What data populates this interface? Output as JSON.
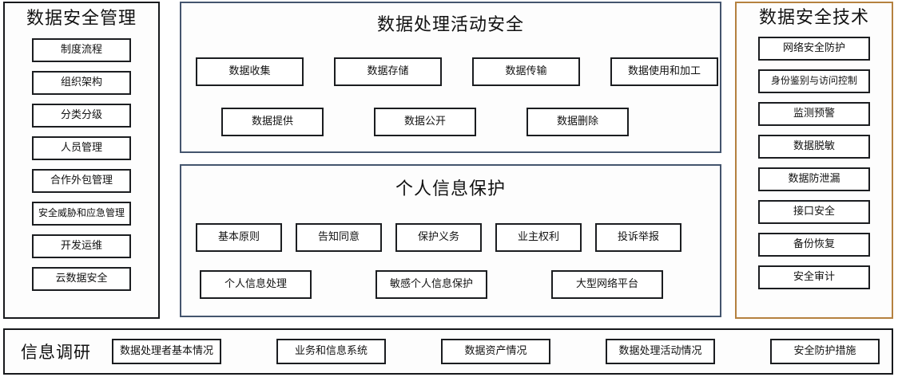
{
  "diagram": {
    "left_panel": {
      "title": "数据安全管理",
      "border_color": "#17191c",
      "items": [
        {
          "label": "制度流程"
        },
        {
          "label": "组织架构"
        },
        {
          "label": "分类分级"
        },
        {
          "label": "人员管理"
        },
        {
          "label": "合作外包管理"
        },
        {
          "label": "安全威胁和应急管理"
        },
        {
          "label": "开发运维"
        },
        {
          "label": "云数据安全"
        }
      ]
    },
    "mid_top_panel": {
      "title": "数据处理活动安全",
      "border_color": "#44556e",
      "row1": [
        {
          "label": "数据收集"
        },
        {
          "label": "数据存储"
        },
        {
          "label": "数据传输"
        },
        {
          "label": "数据使用和加工"
        }
      ],
      "row2": [
        {
          "label": "数据提供"
        },
        {
          "label": "数据公开"
        },
        {
          "label": "数据删除"
        }
      ]
    },
    "mid_bottom_panel": {
      "title": "个人信息保护",
      "border_color": "#44556e",
      "row1": [
        {
          "label": "基本原则"
        },
        {
          "label": "告知同意"
        },
        {
          "label": "保护义务"
        },
        {
          "label": "业主权利"
        },
        {
          "label": "投诉举报"
        }
      ],
      "row2": [
        {
          "label": "个人信息处理"
        },
        {
          "label": "敏感个人信息保护"
        },
        {
          "label": "大型网络平台"
        }
      ]
    },
    "right_panel": {
      "title": "数据安全技术",
      "border_color": "#b5813f",
      "items": [
        {
          "label": "网络安全防护"
        },
        {
          "label": "身份鉴别与访问控制"
        },
        {
          "label": "监测预警"
        },
        {
          "label": "数据脱敏"
        },
        {
          "label": "数据防泄漏"
        },
        {
          "label": "接口安全"
        },
        {
          "label": "备份恢复"
        },
        {
          "label": "安全审计"
        }
      ]
    },
    "bottom_panel": {
      "title": "信息调研",
      "border_color": "#17191c",
      "items": [
        {
          "label": "数据处理者基本情况"
        },
        {
          "label": "业务和信息系统"
        },
        {
          "label": "数据资产情况"
        },
        {
          "label": "数据处理活动情况"
        },
        {
          "label": "安全防护措施"
        }
      ]
    }
  }
}
